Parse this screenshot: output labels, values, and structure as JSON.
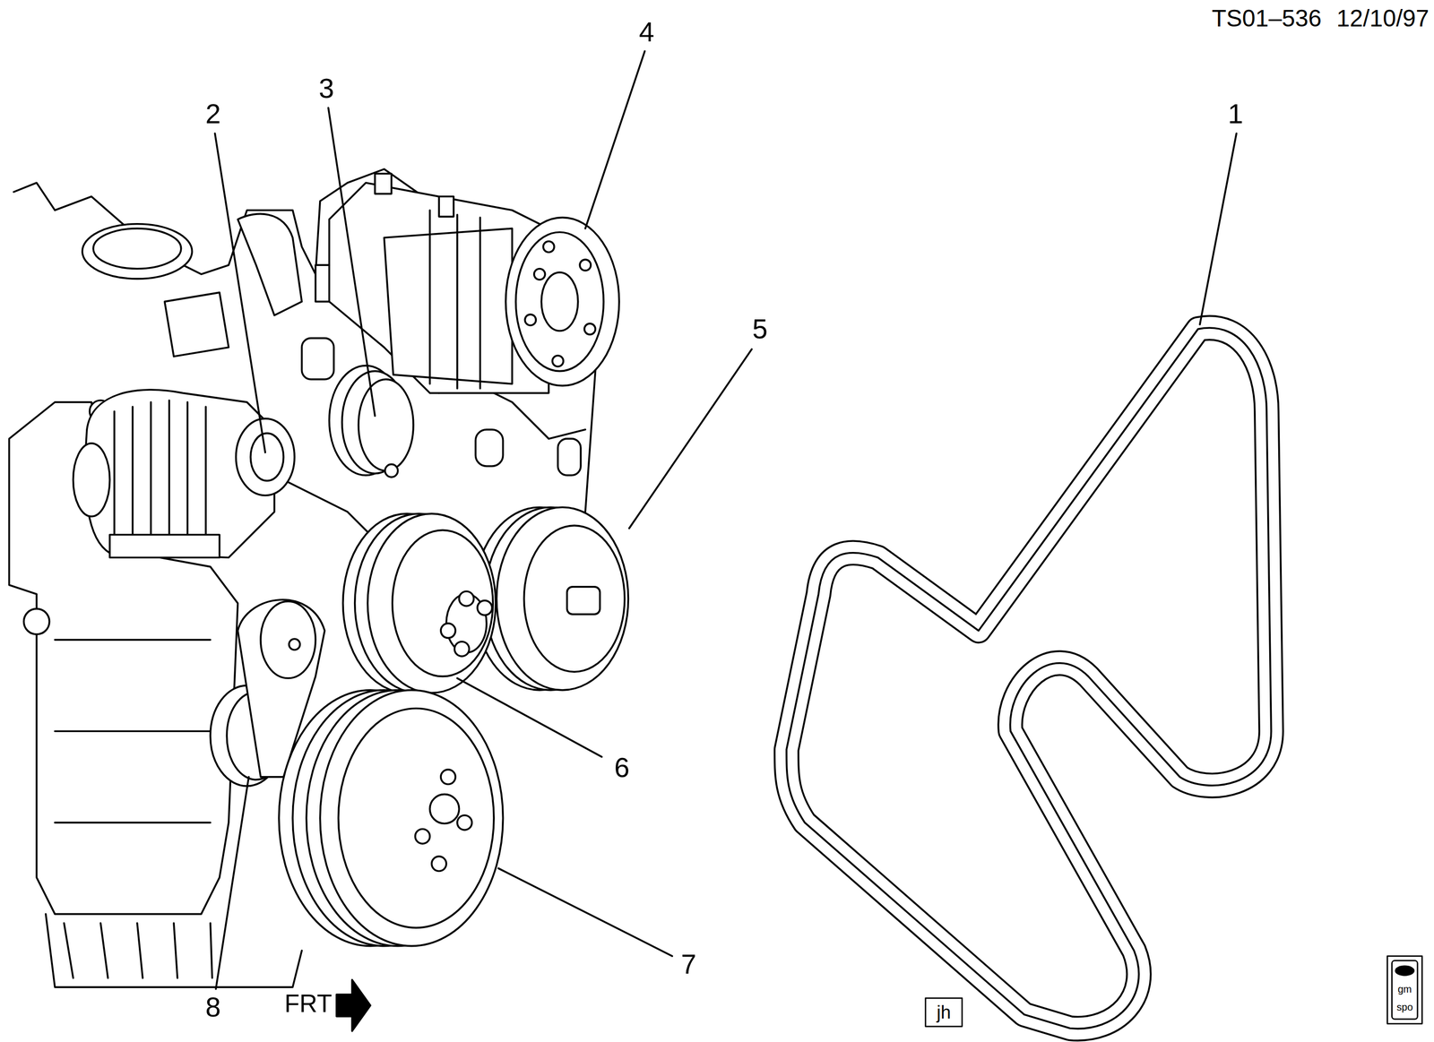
{
  "diagram": {
    "labels": [
      "TS01–536",
      "12/10/97",
      "1",
      "2",
      "3",
      "4",
      "5",
      "6",
      "7",
      "8",
      "FRT",
      "jh",
      "gm",
      "spo"
    ]
  }
}
